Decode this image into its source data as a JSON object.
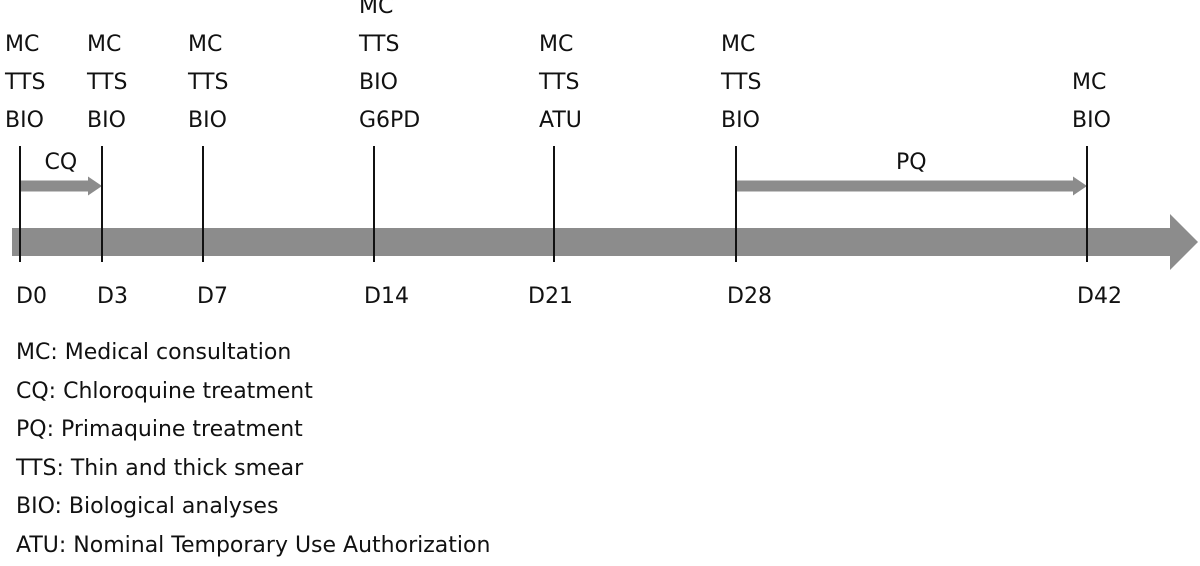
{
  "colors": {
    "timeline": "#8c8c8c",
    "treatment": "#8c8c8c",
    "tick": "#111111",
    "text": "#111111",
    "background": "#ffffff"
  },
  "timeline": {
    "days": [
      {
        "label": "D0",
        "activities": [
          "MC",
          "TTS",
          "BIO"
        ]
      },
      {
        "label": "D3",
        "activities": [
          "MC",
          "TTS",
          "BIO"
        ]
      },
      {
        "label": "D7",
        "activities": [
          "MC",
          "TTS",
          "BIO"
        ]
      },
      {
        "label": "D14",
        "activities": [
          "MC",
          "TTS",
          "BIO",
          "G6PD"
        ]
      },
      {
        "label": "D21",
        "activities": [
          "MC",
          "TTS",
          "ATU"
        ]
      },
      {
        "label": "D28",
        "activities": [
          "MC",
          "TTS",
          "BIO"
        ]
      },
      {
        "label": "D42",
        "activities": [
          "MC",
          "BIO"
        ]
      }
    ]
  },
  "treatments": [
    {
      "label": "CQ",
      "from": "D0",
      "to": "D3"
    },
    {
      "label": "PQ",
      "from": "D28",
      "to": "D42"
    }
  ],
  "legend": [
    {
      "abbr": "MC",
      "text": "MC: Medical consultation"
    },
    {
      "abbr": "CQ",
      "text": "CQ: Chloroquine  treatment"
    },
    {
      "abbr": "PQ",
      "text": "PQ: Primaquine treatment"
    },
    {
      "abbr": "TTS",
      "text": "TTS: Thin and thick smear"
    },
    {
      "abbr": "BIO",
      "text": "BIO: Biological analyses"
    },
    {
      "abbr": "ATU",
      "text": "ATU: Nominal Temporary Use Authorization"
    }
  ]
}
